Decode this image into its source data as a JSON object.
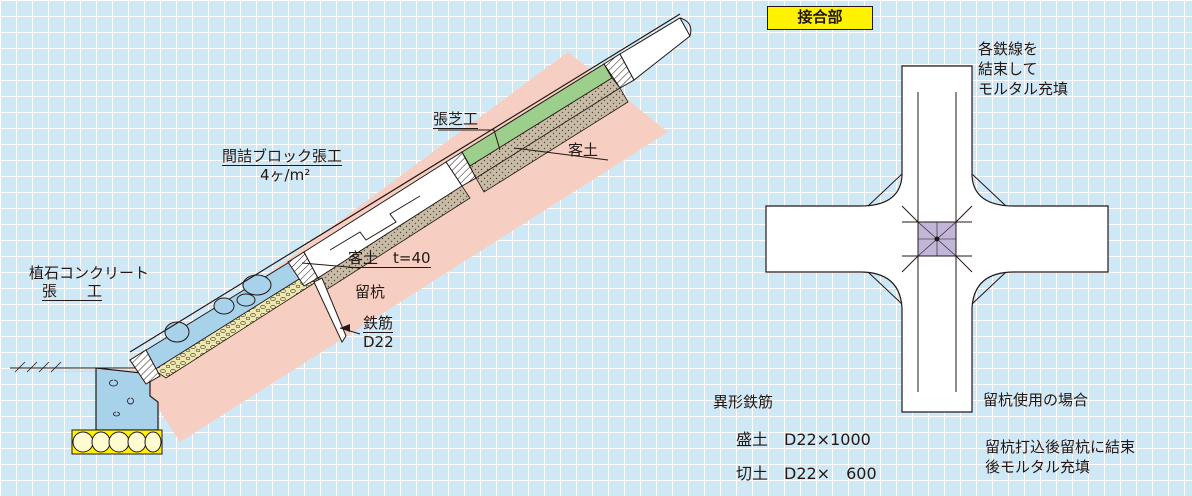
{
  "title": "接合部",
  "section": {
    "lawn": "張芝工",
    "block_line1": "間詰ブロック張工",
    "block_line2": "4ヶ/m²",
    "stone_line1": "植石コンクリート",
    "stone_line2": "張　　工",
    "soil_upper": "客土",
    "soil_lower": "客土　t=40",
    "pile": "留杭",
    "rebar_line1": "鉄筋",
    "rebar_line2": "D22"
  },
  "joint": {
    "note": [
      "各鉄線を",
      "結束して",
      "モルタル充填"
    ],
    "case": "留杭使用の場合",
    "case_note": [
      "留杭打込後留杭に結束",
      "後モルタル充填"
    ]
  },
  "rebar_spec": {
    "heading": "異形鉄筋",
    "fill": "盛土　D22×1000",
    "cut": "切土　D22×　600"
  },
  "colors": {
    "background": "#cfe8f6",
    "grid": "#ffffff",
    "ground": "#f7cfc2",
    "block": "#ffffff",
    "stone_concrete": "#a8d1ea",
    "lawn": "#9ccf8c",
    "soil": "#c9bca6",
    "joint_center": "#c2b6d8",
    "title_box": "#fff200"
  }
}
